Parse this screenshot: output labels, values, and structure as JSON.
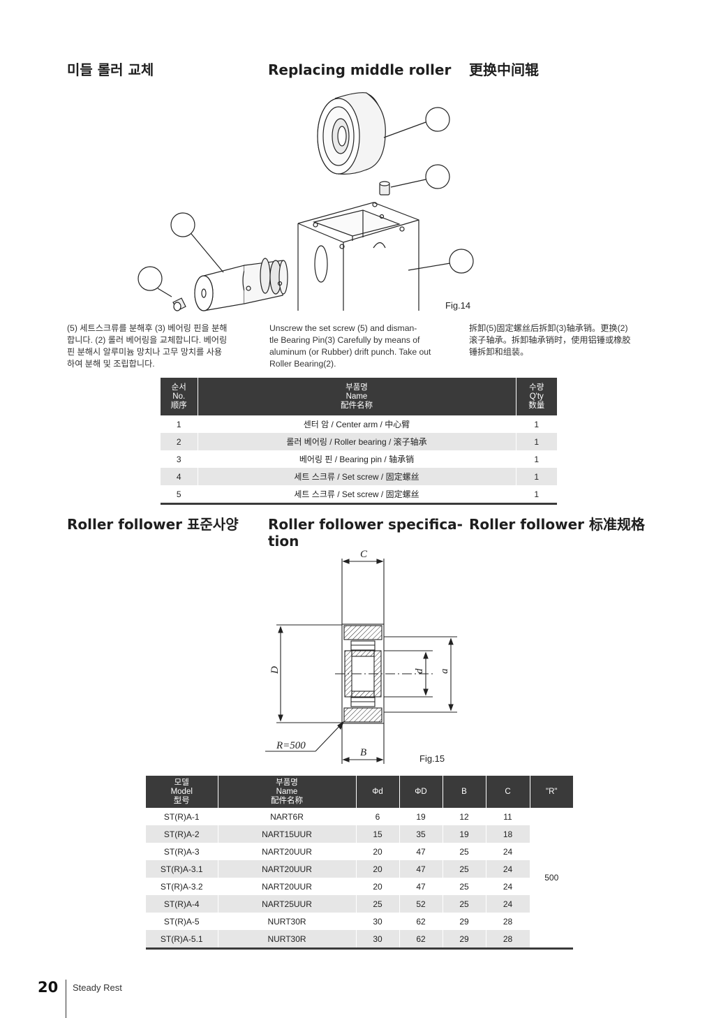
{
  "section1": {
    "title_ko": "미들 롤러 교체",
    "title_en": "Replacing middle roller",
    "title_zh": "更换中间辊",
    "desc_ko": [
      "(5) 세트스크류를 분해후 (3) 베어링 핀을 분해",
      "합니다. (2) 롤러 베어링을 교체합니다. 베어링",
      "핀 분해시 알루미늄 망치나 고무 망치를 사용",
      "하여 분해 및 조립합니다."
    ],
    "desc_en": [
      "Unscrew the set screw (5) and disman-",
      "tle Bearing Pin(3) Carefully by means of",
      "aluminum (or Rubber) drift punch. Take out",
      "Roller Bearing(2)."
    ],
    "desc_zh": [
      "拆卸(5)固定螺丝后拆卸(3)轴承销。更换(2)",
      "滚子轴承。拆卸轴承销时，使用铝锤或橡胶",
      "锤拆卸和组装。"
    ],
    "fig_label": "Fig.14"
  },
  "parts_table": {
    "headers": {
      "no": [
        "순서",
        "No.",
        "顺序"
      ],
      "name": [
        "부품명",
        "Name",
        "配件名称"
      ],
      "qty": [
        "수량",
        "Q'ty",
        "数量"
      ]
    },
    "rows": [
      {
        "no": "1",
        "name": "센터 암 / Center arm / 中心臂",
        "qty": "1"
      },
      {
        "no": "2",
        "name": "롤러 베어링 / Roller bearing / 滚子轴承",
        "qty": "1"
      },
      {
        "no": "3",
        "name": "베어링 핀 / Bearing pin / 轴承销",
        "qty": "1"
      },
      {
        "no": "4",
        "name": "세트 스크류 / Set screw / 固定螺丝",
        "qty": "1"
      },
      {
        "no": "5",
        "name": "세트 스크류 / Set screw / 固定螺丝",
        "qty": "1"
      }
    ]
  },
  "section2": {
    "title_ko": "Roller follower 표준사양",
    "title_en_line1": "Roller follower specifica-",
    "title_en_line2": "tion",
    "title_zh": "Roller follower 标准规格",
    "fig_label": "Fig.15",
    "dim_labels": {
      "C": "C",
      "D": "D",
      "d": "d",
      "a": "a",
      "B": "B",
      "R": "R=500"
    }
  },
  "spec_table": {
    "headers": {
      "model": [
        "모델",
        "Model",
        "型号"
      ],
      "name": [
        "부품명",
        "Name",
        "配件名称"
      ],
      "phi_d": "Φd",
      "phi_D": "ΦD",
      "B": "B",
      "C": "C",
      "R": "\"R\""
    },
    "rows": [
      {
        "model": "ST(R)A-1",
        "name": "NART6R",
        "d": "6",
        "D": "19",
        "B": "12",
        "C": "11"
      },
      {
        "model": "ST(R)A-2",
        "name": "NART15UUR",
        "d": "15",
        "D": "35",
        "B": "19",
        "C": "18"
      },
      {
        "model": "ST(R)A-3",
        "name": "NART20UUR",
        "d": "20",
        "D": "47",
        "B": "25",
        "C": "24"
      },
      {
        "model": "ST(R)A-3.1",
        "name": "NART20UUR",
        "d": "20",
        "D": "47",
        "B": "25",
        "C": "24"
      },
      {
        "model": "ST(R)A-3.2",
        "name": "NART20UUR",
        "d": "20",
        "D": "47",
        "B": "25",
        "C": "24"
      },
      {
        "model": "ST(R)A-4",
        "name": "NART25UUR",
        "d": "25",
        "D": "52",
        "B": "25",
        "C": "24"
      },
      {
        "model": "ST(R)A-5",
        "name": "NURT30R",
        "d": "30",
        "D": "62",
        "B": "29",
        "C": "28"
      },
      {
        "model": "ST(R)A-5.1",
        "name": "NURT30R",
        "d": "30",
        "D": "62",
        "B": "29",
        "C": "28"
      }
    ],
    "r_value": "500"
  },
  "footer": {
    "page_number": "20",
    "section_name": "Steady Rest"
  }
}
